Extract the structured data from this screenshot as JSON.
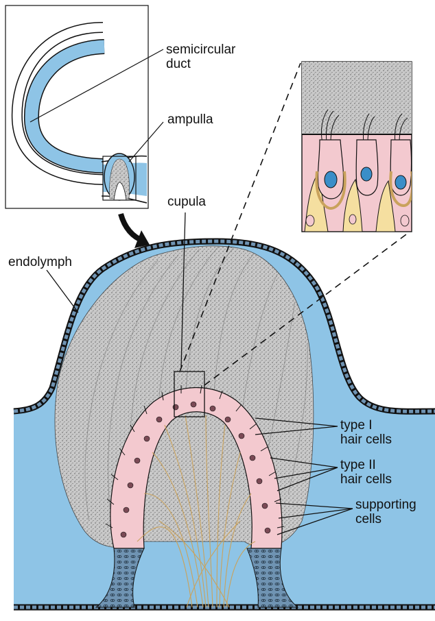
{
  "colors": {
    "endolymph": "#8ec4e6",
    "cupula": "#c8c8c8",
    "hair_cells": "#f3c9cf",
    "nerve_fibers": "#f5dfa0",
    "tissue": "#5f86a8",
    "outline": "#111111"
  },
  "labels": {
    "semicircular_duct": [
      "semicircular",
      "duct"
    ],
    "ampulla": "ampulla",
    "cupula": "cupula",
    "endolymph": "endolymph",
    "type1": [
      "type I",
      "hair cells"
    ],
    "type2": [
      "type II",
      "hair cells"
    ],
    "supporting": [
      "supporting",
      "cells"
    ]
  }
}
